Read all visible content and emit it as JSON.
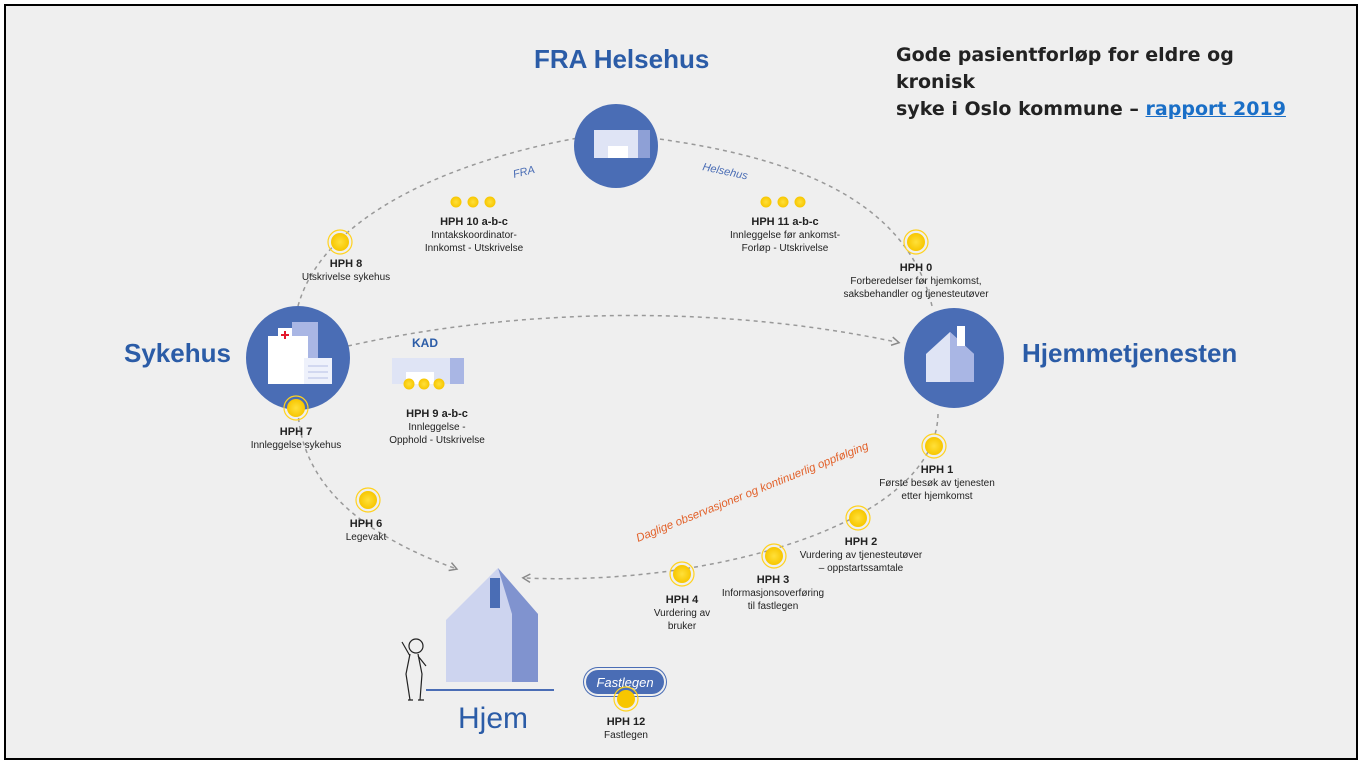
{
  "title": {
    "line1": "Gode pasientforløp for eldre og kronisk",
    "line2": "syke i Oslo kommune – ",
    "link": "rapport 2019"
  },
  "places": {
    "fra_helsehus": "FRA Helsehus",
    "sykehus": "Sykehus",
    "hjemmetjenesten": "Hjemmetjenesten",
    "hjem": "Hjem",
    "kad": "KAD",
    "fastlegen": "Fastlegen"
  },
  "curve_labels": {
    "fra": "FRA",
    "helsehus": "Helsehus",
    "daglige": "Daglige observasjoner og kontinuerlig oppfølging"
  },
  "steps": {
    "hph0": {
      "code": "HPH 0",
      "l1": "Forberedelser før hjemkomst,",
      "l2": "saksbehandler og tjenesteutøver"
    },
    "hph1": {
      "code": "HPH 1",
      "l1": "Første besøk av tjenesten",
      "l2": "etter hjemkomst"
    },
    "hph2": {
      "code": "HPH 2",
      "l1": "Vurdering av tjenesteutøver",
      "l2": "– oppstartssamtale"
    },
    "hph3": {
      "code": "HPH 3",
      "l1": "Informasjonsoverføring",
      "l2": "til fastlegen"
    },
    "hph4": {
      "code": "HPH 4",
      "l1": "Vurdering av",
      "l2": "bruker"
    },
    "hph6": {
      "code": "HPH 6",
      "l1": "Legevakt"
    },
    "hph7": {
      "code": "HPH 7",
      "l1": "Innleggelse sykehus"
    },
    "hph8": {
      "code": "HPH 8",
      "l1": "Utskrivelse sykehus"
    },
    "hph9": {
      "code": "HPH 9 a-b-c",
      "l1": "Innleggelse -",
      "l2": "Opphold - Utskrivelse"
    },
    "hph10": {
      "code": "HPH 10 a-b-c",
      "l1": "Inntakskoordinator-",
      "l2": "Innkomst - Utskrivelse"
    },
    "hph11": {
      "code": "HPH 11 a-b-c",
      "l1": "Innleggelse før ankomst-",
      "l2": "Forløp - Utskrivelse"
    },
    "hph12": {
      "code": "HPH 12",
      "l1": "Fastlegen"
    }
  },
  "colors": {
    "accent_blue": "#2b5ca7",
    "circle_blue": "#4a6db5",
    "dot_yellow": "#ffd21f",
    "curve_orange": "#e2612a",
    "background": "#efefef"
  }
}
